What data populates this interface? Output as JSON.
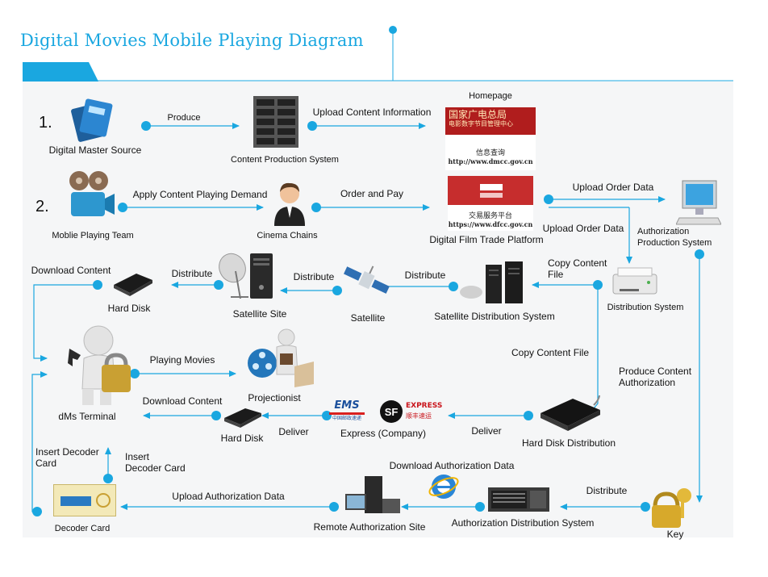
{
  "title": "Digital Movies Mobile Playing Diagram",
  "colors": {
    "accent": "#1aa7e0",
    "panel": "#f5f6f7",
    "flow": "#1aa7e0"
  },
  "steps": {
    "one": "1.",
    "two": "2."
  },
  "nodes": {
    "master": "Digital  Master Source",
    "content_production": "Content  Production System",
    "homepage": "Homepage",
    "playing_team": "Moblie Playing Team",
    "cinema": "Cinema Chains",
    "dftp": "Digital Film Trade Platform",
    "auth_production": "Authorization\nProduction System",
    "hard_disk_top": "Hard Disk",
    "satellite_site": "Satellite Site",
    "satellite": "Satellite",
    "sat_dist": "Satellite Distribution  System",
    "dist_system": "Distribution System",
    "dms": "dMs Terminal",
    "projectionist": "Projectionist",
    "hard_disk_mid": "Hard Disk",
    "express": "Express (Company)",
    "hd_dist": "Hard Disk Distribution",
    "decoder": "Decoder Card",
    "remote": "Remote Authorization Site",
    "auth_dist": "Authorization Distribution  System",
    "key": "Key"
  },
  "edges": {
    "produce": "Produce",
    "upload_info": "Upload Content Information",
    "apply": "Apply Content Playing Demand",
    "order_pay": "Order and Pay",
    "upload_order_1": "Upload Order Data",
    "upload_order_2": "Upload Order Data",
    "download_content_1": "Download Content",
    "distribute_1": "Distribute",
    "distribute_2": "Distribute",
    "distribute_3": "Distribute",
    "copy_file": "Copy Content\nFile",
    "copy_file_2": "Copy Content File",
    "playing_movies": "Playing Movies",
    "produce_auth": "Produce Content\nAuthorization",
    "download_content_2": "Download Content",
    "deliver_1": "Deliver",
    "deliver_2": "Deliver",
    "insert_1": "Insert Decoder\nCard",
    "insert_2": "Insert\nDecoder Card",
    "download_auth": "Download Authorization Data",
    "upload_auth": "Upload Authorization Data",
    "distribute_4": "Distribute"
  },
  "imagery": {
    "site_title_cn": "国家广电总局",
    "site_sub_cn": "电影数字节目管理中心",
    "site_info_cn": "信息查询",
    "site_url": "http://www.dmcc.gov.cn",
    "trade_cn": "交易服务平台",
    "trade_url": "https://www.dfcc.gov.cn",
    "ems": "EMS",
    "sf": "SF",
    "sf_express": "EXPRESS",
    "sf_cn": "顺丰速运",
    "post_cn": "中国邮政速递"
  },
  "icons": [
    "card-icon",
    "server-rack-icon",
    "film-camera-icon",
    "businessman-icon",
    "computer-icon",
    "hard-disk-icon",
    "satellite-dish-icon",
    "tower-pc-icon",
    "satellite-icon",
    "data-center-icon",
    "printer-icon",
    "padlock-person-icon",
    "film-reel-icon",
    "ems-logo",
    "sf-logo",
    "decoder-card-icon",
    "pc-monitor-icon",
    "browser-e-icon",
    "rack-server-icon",
    "key-lock-icon"
  ]
}
